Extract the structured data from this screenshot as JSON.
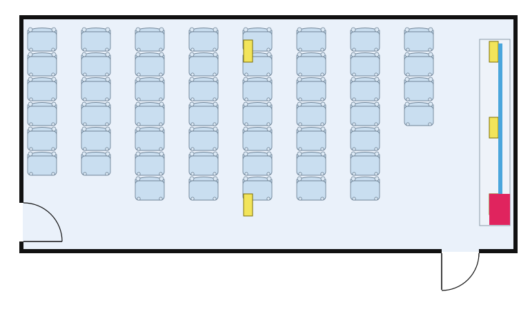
{
  "room": {
    "floor_color": "#eaf1fa",
    "wall_color": "#111111"
  },
  "seating": {
    "seat_color": "#c9def0",
    "seat_outline": "#6f8396",
    "column_seat_counts": [
      6,
      6,
      7,
      7,
      7,
      7,
      7,
      4
    ]
  },
  "markers": {
    "color": "#f2e45a",
    "count": 5
  },
  "wall_strip": {
    "color": "#4aa6dc"
  },
  "corner_block": {
    "color": "#e0245e"
  },
  "doors": {
    "count": 2
  }
}
